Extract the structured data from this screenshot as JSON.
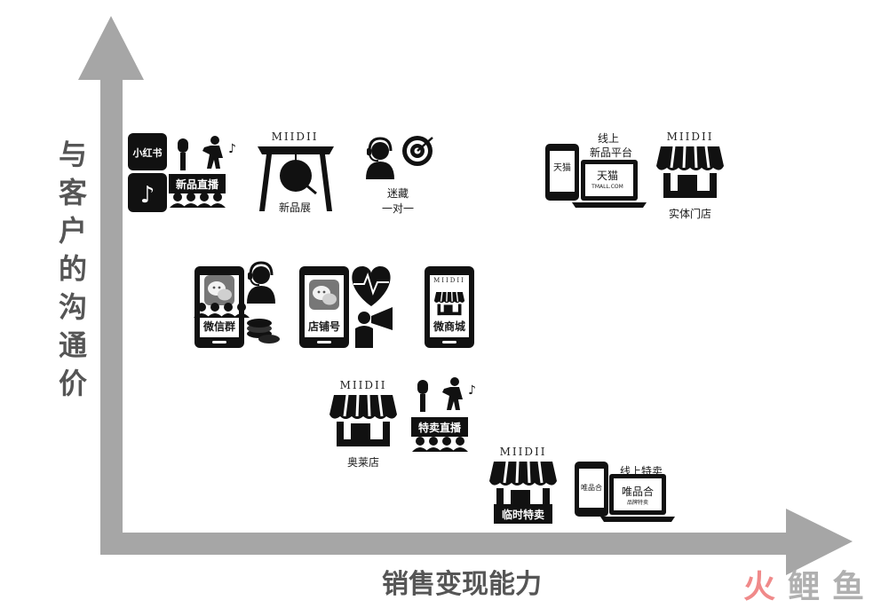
{
  "axes": {
    "y_title": "与客户的沟通价值",
    "x_title": "销售变现能力"
  },
  "nodes": {
    "xiaohongshu_badge": "小红书",
    "new_live": "新品直播",
    "new_show": "新品展",
    "mizang_line1": "迷藏",
    "mizang_line2": "一对一",
    "online_new_line1": "线上",
    "online_new_line2": "新品平台",
    "tmall_cn": "天猫",
    "tmall_en": "TMALL.COM",
    "physical_store": "实体门店",
    "wechat_group": "微信群",
    "shop_account": "店铺号",
    "micro_mall": "微商城",
    "outlet": "奥莱店",
    "flash_live": "特卖直播",
    "temp_sale": "临时特卖",
    "online_flash": "线上特卖",
    "vip_cn": "唯品合",
    "vip_sub": "品牌特卖"
  },
  "brand_mark": "MIIDII",
  "watermark": "火鲤鱼",
  "colors": {
    "axis": "#a6a6a6",
    "icon": "#111111",
    "watermark_pink": "#f08a8a",
    "watermark_gray": "#b0b0b0"
  }
}
